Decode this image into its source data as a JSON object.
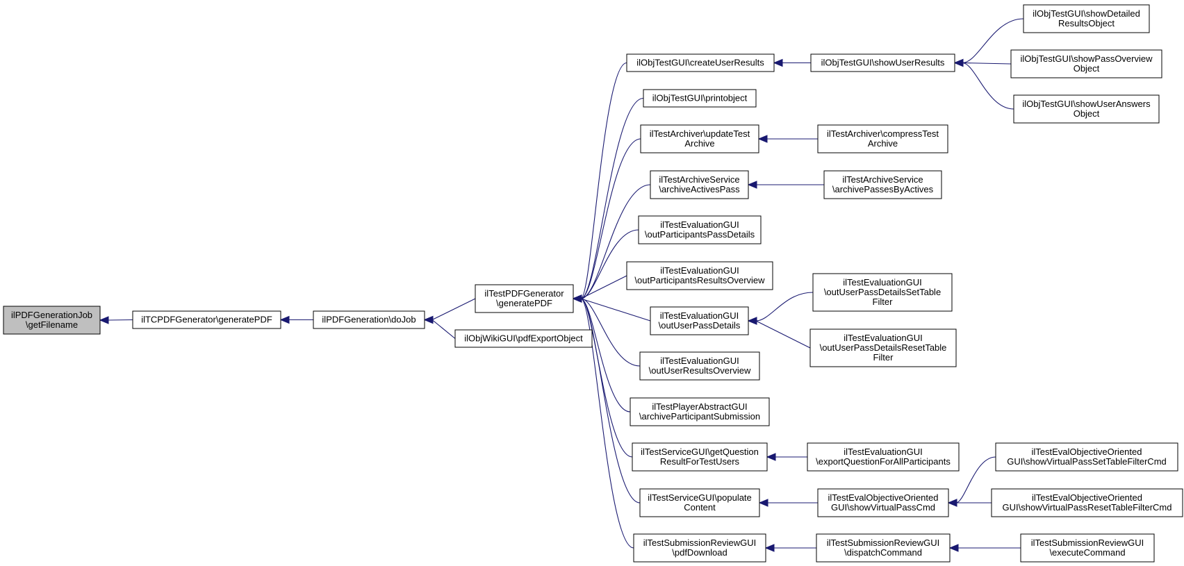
{
  "diagram": {
    "nodes": [
      {
        "id": "n0",
        "lines": [
          "ilPDFGenerationJob",
          "\\getFilename"
        ],
        "root": true
      },
      {
        "id": "n1",
        "lines": [
          "ilTCPDFGenerator\\generatePDF"
        ]
      },
      {
        "id": "n2",
        "lines": [
          "ilPDFGeneration\\doJob"
        ]
      },
      {
        "id": "n3",
        "lines": [
          "ilTestPDFGenerator",
          "\\generatePDF"
        ]
      },
      {
        "id": "n4",
        "lines": [
          "ilObjWikiGUI\\pdfExportObject"
        ]
      },
      {
        "id": "n5",
        "lines": [
          "ilObjTestGUI\\createUserResults"
        ]
      },
      {
        "id": "n6",
        "lines": [
          "ilObjTestGUI\\printobject"
        ]
      },
      {
        "id": "n7",
        "lines": [
          "ilTestArchiver\\updateTest",
          "Archive"
        ]
      },
      {
        "id": "n8",
        "lines": [
          "ilTestArchiveService",
          "\\archiveActivesPass"
        ]
      },
      {
        "id": "n9",
        "lines": [
          "ilTestEvaluationGUI",
          "\\outParticipantsPassDetails"
        ]
      },
      {
        "id": "n10",
        "lines": [
          "ilTestEvaluationGUI",
          "\\outParticipantsResultsOverview"
        ]
      },
      {
        "id": "n11",
        "lines": [
          "ilTestEvaluationGUI",
          "\\outUserPassDetails"
        ]
      },
      {
        "id": "n12",
        "lines": [
          "ilTestEvaluationGUI",
          "\\outUserResultsOverview"
        ]
      },
      {
        "id": "n13",
        "lines": [
          "ilTestPlayerAbstractGUI",
          "\\archiveParticipantSubmission"
        ]
      },
      {
        "id": "n14",
        "lines": [
          "ilTestServiceGUI\\getQuestion",
          "ResultForTestUsers"
        ]
      },
      {
        "id": "n15",
        "lines": [
          "ilTestServiceGUI\\populate",
          "Content"
        ]
      },
      {
        "id": "n16",
        "lines": [
          "ilTestSubmissionReviewGUI",
          "\\pdfDownload"
        ]
      },
      {
        "id": "n17",
        "lines": [
          "ilObjTestGUI\\showUserResults"
        ]
      },
      {
        "id": "n18",
        "lines": [
          "ilTestArchiver\\compressTest",
          "Archive"
        ]
      },
      {
        "id": "n19",
        "lines": [
          "ilTestArchiveService",
          "\\archivePassesByActives"
        ]
      },
      {
        "id": "n20",
        "lines": [
          "ilTestEvaluationGUI",
          "\\outUserPassDetailsSetTable",
          "Filter"
        ]
      },
      {
        "id": "n21",
        "lines": [
          "ilTestEvaluationGUI",
          "\\outUserPassDetailsResetTable",
          "Filter"
        ]
      },
      {
        "id": "n22",
        "lines": [
          "ilTestEvaluationGUI",
          "\\exportQuestionForAllParticipants"
        ]
      },
      {
        "id": "n23",
        "lines": [
          "ilTestEvalObjectiveOriented",
          "GUI\\showVirtualPassCmd"
        ]
      },
      {
        "id": "n24",
        "lines": [
          "ilTestSubmissionReviewGUI",
          "\\dispatchCommand"
        ]
      },
      {
        "id": "n25",
        "lines": [
          "ilObjTestGUI\\showDetailed",
          "ResultsObject"
        ]
      },
      {
        "id": "n26",
        "lines": [
          "ilObjTestGUI\\showPassOverview",
          "Object"
        ]
      },
      {
        "id": "n27",
        "lines": [
          "ilObjTestGUI\\showUserAnswers",
          "Object"
        ]
      },
      {
        "id": "n28",
        "lines": [
          "ilTestEvalObjectiveOriented",
          "GUI\\showVirtualPassSetTableFilterCmd"
        ]
      },
      {
        "id": "n29",
        "lines": [
          "ilTestEvalObjectiveOriented",
          "GUI\\showVirtualPassResetTableFilterCmd"
        ]
      },
      {
        "id": "n30",
        "lines": [
          "ilTestSubmissionReviewGUI",
          "\\executeCommand"
        ]
      }
    ],
    "edges": [
      [
        "n1",
        "n0"
      ],
      [
        "n2",
        "n1"
      ],
      [
        "n3",
        "n2"
      ],
      [
        "n4",
        "n2"
      ],
      [
        "n5",
        "n3"
      ],
      [
        "n6",
        "n3"
      ],
      [
        "n7",
        "n3"
      ],
      [
        "n8",
        "n3"
      ],
      [
        "n9",
        "n3"
      ],
      [
        "n10",
        "n3"
      ],
      [
        "n11",
        "n3"
      ],
      [
        "n12",
        "n3"
      ],
      [
        "n13",
        "n3"
      ],
      [
        "n14",
        "n3"
      ],
      [
        "n15",
        "n3"
      ],
      [
        "n16",
        "n3"
      ],
      [
        "n17",
        "n5"
      ],
      [
        "n18",
        "n7"
      ],
      [
        "n19",
        "n8"
      ],
      [
        "n20",
        "n11"
      ],
      [
        "n21",
        "n11"
      ],
      [
        "n22",
        "n14"
      ],
      [
        "n23",
        "n15"
      ],
      [
        "n24",
        "n16"
      ],
      [
        "n25",
        "n17"
      ],
      [
        "n26",
        "n17"
      ],
      [
        "n27",
        "n17"
      ],
      [
        "n28",
        "n23"
      ],
      [
        "n29",
        "n23"
      ],
      [
        "n30",
        "n24"
      ]
    ]
  }
}
